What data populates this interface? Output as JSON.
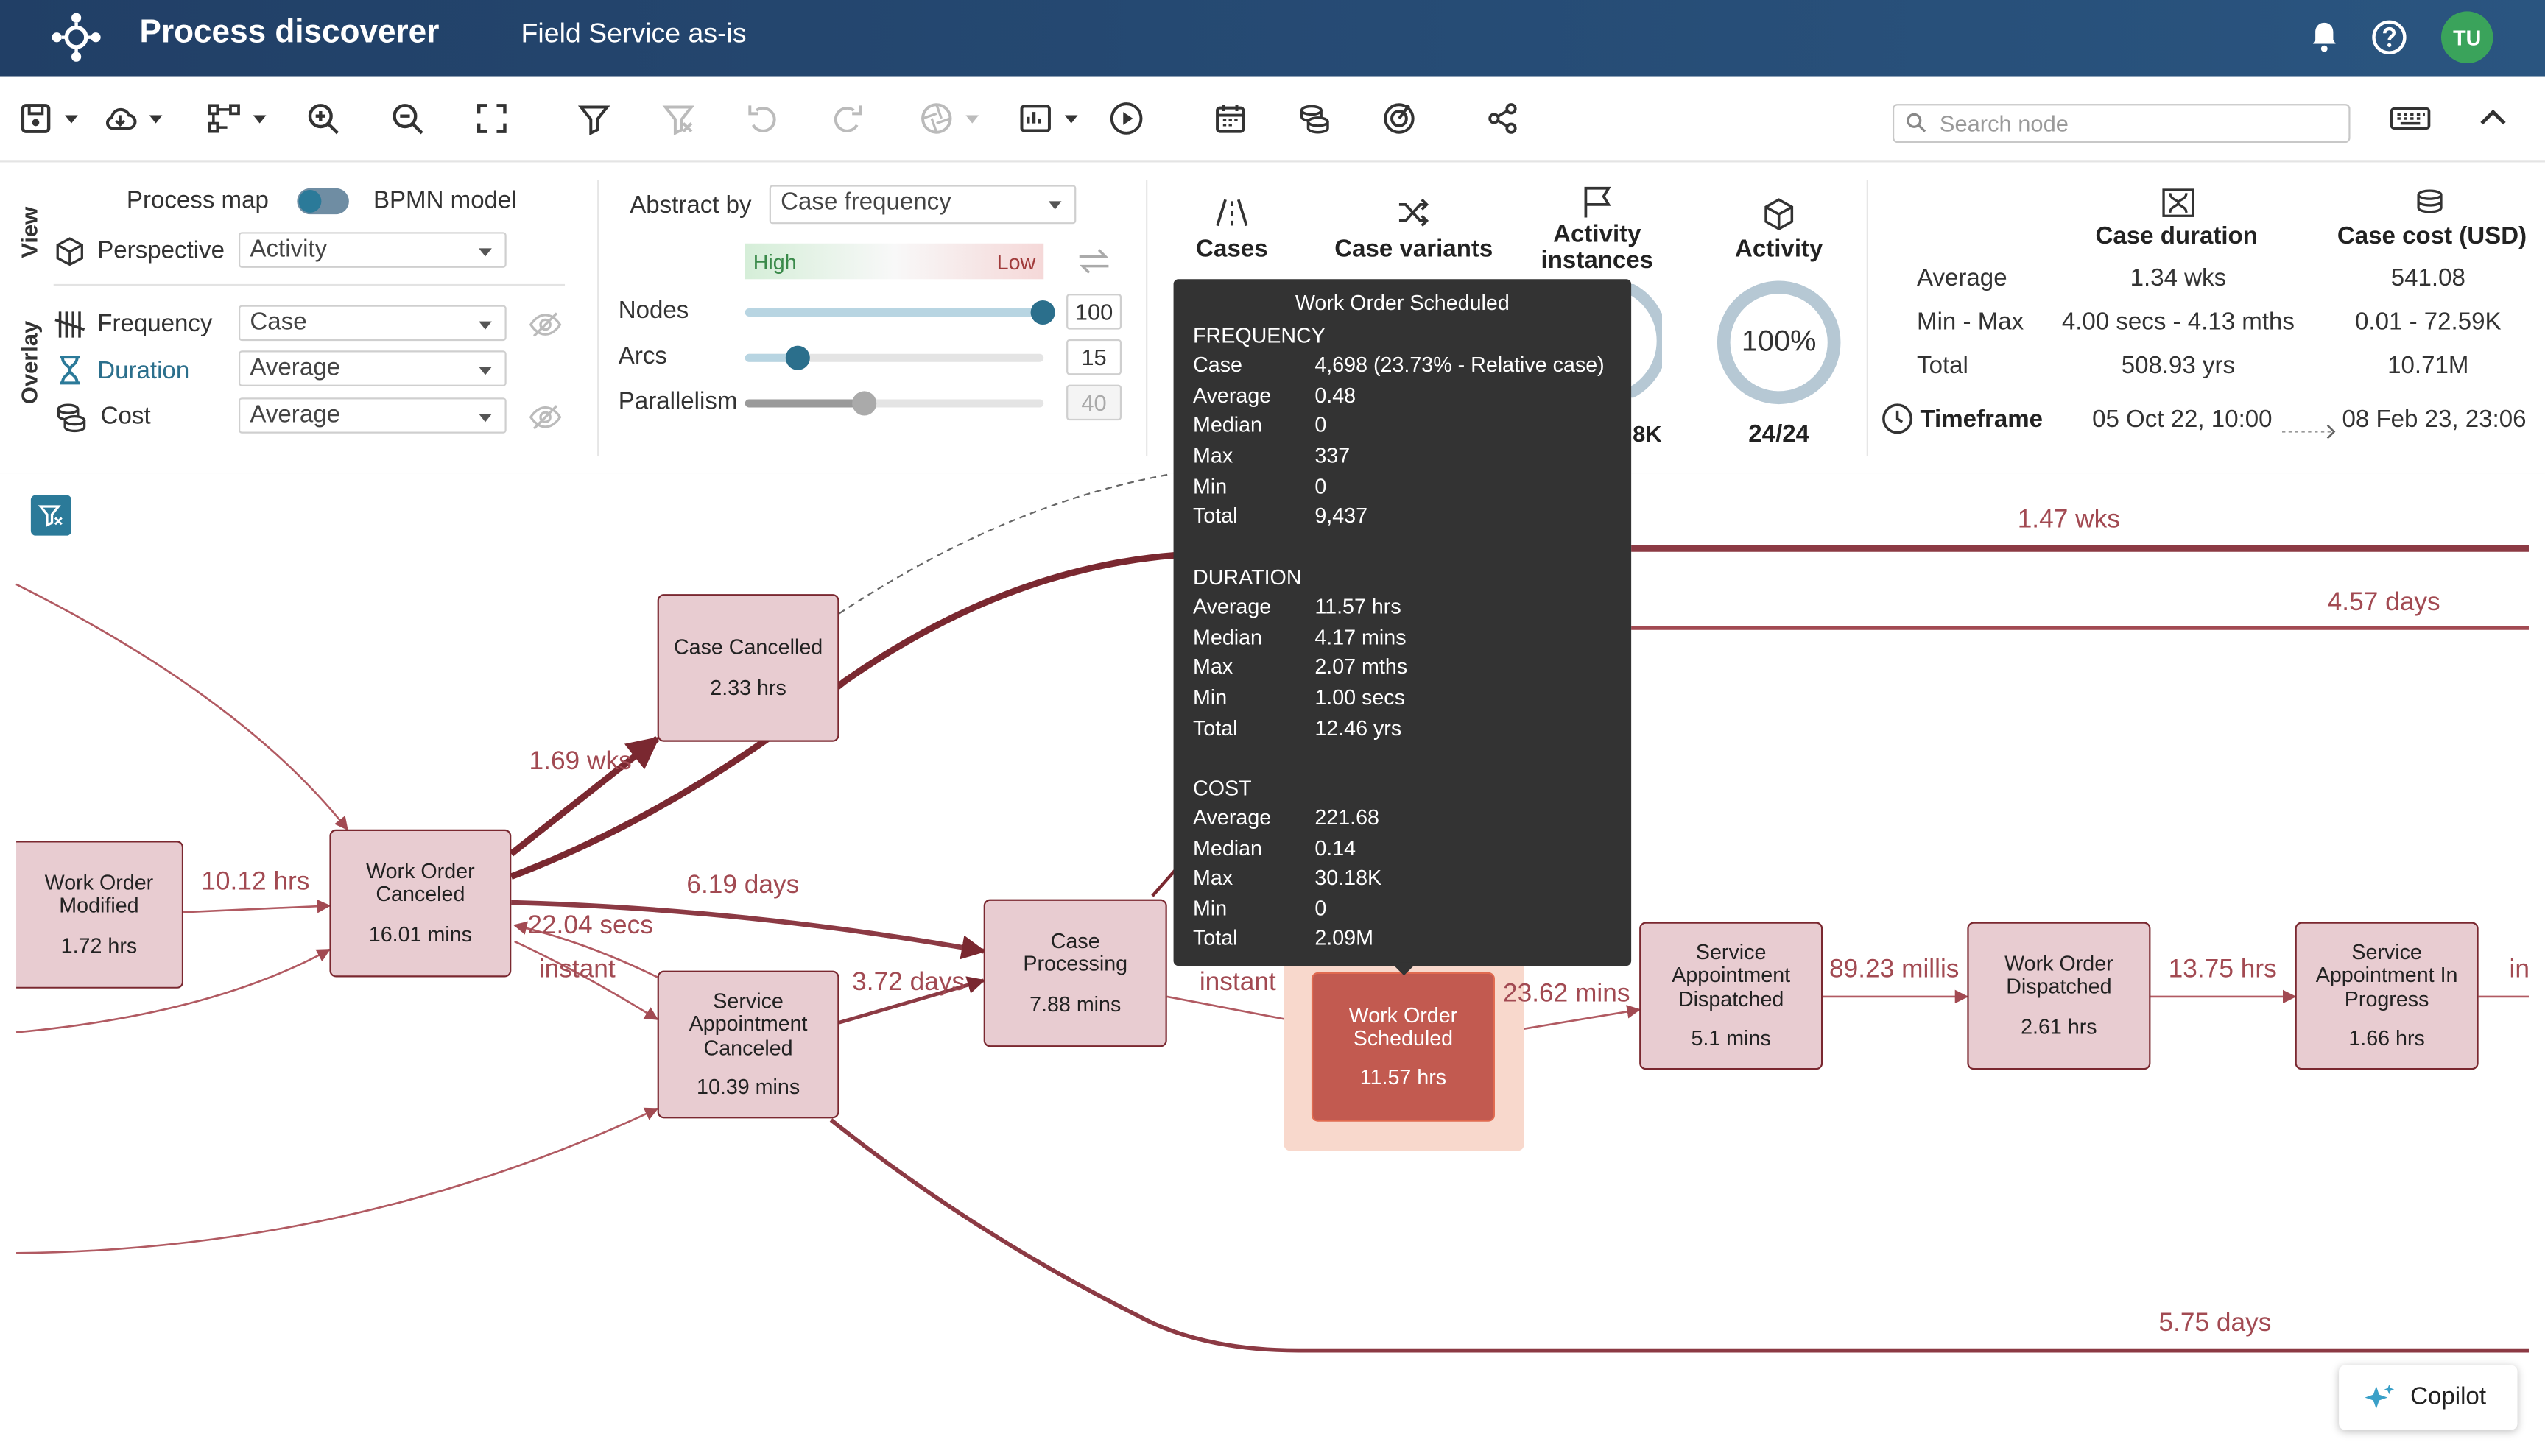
{
  "app": {
    "title": "Process discoverer",
    "project": "Field Service as-is",
    "user_initials": "TU",
    "colors": {
      "header": "#213f66",
      "accent": "#2b7a99",
      "edge": "#8c3a44",
      "node": "#e8ccd1",
      "node_selected": "#c25a50",
      "avatar": "#3aa35b"
    }
  },
  "toolbar": {
    "icons": [
      "save-icon",
      "cloud-icon",
      "layout-icon",
      "zoom-in-icon",
      "zoom-out-icon",
      "fit-screen-icon",
      "filter-icon",
      "clear-filter-icon",
      "undo-icon",
      "redo-icon",
      "aperture-icon",
      "chart-icon",
      "play-icon",
      "calendar-icon",
      "coins-icon",
      "target-icon",
      "share-icon",
      "keyboard-icon",
      "collapse-icon"
    ],
    "search_placeholder": "Search node"
  },
  "view": {
    "section_label": "View",
    "toggle_left": "Process map",
    "toggle_right": "BPMN model",
    "perspective_label": "Perspective",
    "perspective_value": "Activity"
  },
  "overlay": {
    "section_label": "Overlay",
    "frequency_label": "Frequency",
    "frequency_value": "Case",
    "duration_label": "Duration",
    "duration_value": "Average",
    "cost_label": "Cost",
    "cost_value": "Average"
  },
  "abstraction": {
    "label": "Abstract by",
    "value": "Case frequency",
    "high": "High",
    "low": "Low",
    "nodes_label": "Nodes",
    "nodes_value": "100",
    "nodes_fraction": 1.0,
    "arcs_label": "Arcs",
    "arcs_value": "15",
    "arcs_fraction": 0.18,
    "parallelism_label": "Parallelism",
    "parallelism_value": "40",
    "parallelism_fraction": 0.4
  },
  "kpis": {
    "cases": "Cases",
    "case_variants": "Case variants",
    "activity_instances": "Activity instances",
    "activity_instances_partial": ".8K",
    "activity": "Activity",
    "activity_percent": "100%",
    "activity_count": "24/24",
    "activity_fraction": 1.0
  },
  "stats": {
    "col1": "Case duration",
    "col2": "Case cost (USD)",
    "rows": [
      {
        "label": "Average",
        "duration": "1.34 wks",
        "cost": "541.08"
      },
      {
        "label": "Min - Max",
        "duration": "4.00 secs - 4.13 mths",
        "cost": "0.01 - 72.59K"
      },
      {
        "label": "Total",
        "duration": "508.93 yrs",
        "cost": "10.71M"
      }
    ],
    "timeframe_label": "Timeframe",
    "timeframe_start": "05 Oct 22, 10:00",
    "timeframe_end": "08 Feb 23, 23:06"
  },
  "nodes": {
    "wo_modified": {
      "name": "Work Order Modified",
      "duration": "1.72 hrs"
    },
    "wo_canceled": {
      "name": "Work Order Canceled",
      "duration": "16.01 mins"
    },
    "case_cancelled": {
      "name": "Case Cancelled",
      "duration": "2.33 hrs"
    },
    "sa_canceled": {
      "name": "Service Appointment Canceled",
      "duration": "10.39 mins"
    },
    "case_processing": {
      "name": "Case Processing",
      "duration": "7.88 mins"
    },
    "wo_scheduled": {
      "name": "Work Order Scheduled",
      "duration": "11.57 hrs"
    },
    "sa_dispatched": {
      "name": "Service Appointment Dispatched",
      "duration": "5.1 mins"
    },
    "wo_dispatched": {
      "name": "Work Order Dispatched",
      "duration": "2.61 hrs"
    },
    "sa_in_progress": {
      "name": "Service Appointment In Progress",
      "duration": "1.66 hrs"
    }
  },
  "edges": {
    "e1": "10.12 hrs",
    "e2": "1.69 wks",
    "e3": "6.19 days",
    "e4": "22.04 secs",
    "e5": "instant",
    "e6": "3.72 days",
    "e7": "instant",
    "e8": "23.62 mins",
    "e9": "89.23 millis",
    "e10": "13.75 hrs",
    "e11": "in",
    "e12": "1.47 wks",
    "e13": "4.57 days",
    "e14": "5.75 days"
  },
  "tooltip": {
    "title": "Work Order Scheduled",
    "frequency": {
      "header": "FREQUENCY",
      "rows": [
        {
          "k": "Case",
          "v": "4,698 (23.73% - Relative case)"
        },
        {
          "k": "Average",
          "v": "0.48"
        },
        {
          "k": "Median",
          "v": "0"
        },
        {
          "k": "Max",
          "v": "337"
        },
        {
          "k": "Min",
          "v": "0"
        },
        {
          "k": "Total",
          "v": "9,437"
        }
      ]
    },
    "duration": {
      "header": "DURATION",
      "rows": [
        {
          "k": "Average",
          "v": "11.57 hrs"
        },
        {
          "k": "Median",
          "v": "4.17 mins"
        },
        {
          "k": "Max",
          "v": "2.07 mths"
        },
        {
          "k": "Min",
          "v": "1.00 secs"
        },
        {
          "k": "Total",
          "v": "12.46 yrs"
        }
      ]
    },
    "cost": {
      "header": "COST",
      "rows": [
        {
          "k": "Average",
          "v": "221.68"
        },
        {
          "k": "Median",
          "v": "0.14"
        },
        {
          "k": "Max",
          "v": "30.18K"
        },
        {
          "k": "Min",
          "v": "0"
        },
        {
          "k": "Total",
          "v": "2.09M"
        }
      ]
    }
  },
  "copilot": {
    "label": "Copilot"
  }
}
